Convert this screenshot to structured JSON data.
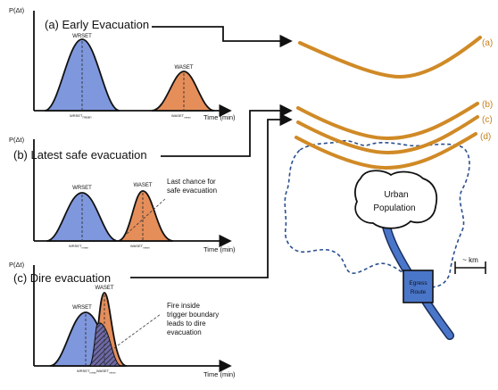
{
  "colors": {
    "wrset": "#7f97dc",
    "waset": "#e58e5a",
    "road": "#4a76c9",
    "contour": "#d08a26",
    "boundary": "#2a4f8f"
  },
  "panels": {
    "a": {
      "title": "(a) Early Evacuation",
      "y_axis": "P(Δt)",
      "x_axis": "Time (min)",
      "wrset": "WRSET",
      "waset": "WASET",
      "wrset_tick": "WRSET",
      "wrset_tick_sub": "mean",
      "waset_tick": "WASET",
      "waset_tick_sub": "mean"
    },
    "b": {
      "title": "(b) Latest safe evacuation",
      "y_axis": "P(Δt)",
      "x_axis": "Time (min)",
      "wrset": "WRSET",
      "waset": "WASET",
      "wrset_tick": "WRSET",
      "wrset_tick_sub": "mean",
      "waset_tick": "WASET",
      "waset_tick_sub": "mean",
      "note_line1": "Last chance for",
      "note_line2": "safe evacuation"
    },
    "c": {
      "title": "(c) Dire evacuation",
      "y_axis": "P(Δt)",
      "x_axis": "Time (min)",
      "wrset": "WRSET",
      "waset": "WASET",
      "tick_a": "WRSET",
      "tick_a_sub": "mean",
      "tick_b": "WASET",
      "tick_b_sub": "mean",
      "note_line1": "Fire inside",
      "note_line2": "trigger boundary",
      "note_line3": "leads to dire",
      "note_line4": "evacuation"
    }
  },
  "map": {
    "labels": [
      "(a)",
      "(b)",
      "(c)",
      "(d)"
    ],
    "urban_line1": "Urban",
    "urban_line2": "Population",
    "egress_line1": "Egress",
    "egress_line2": "Route",
    "scale": "~ km"
  }
}
